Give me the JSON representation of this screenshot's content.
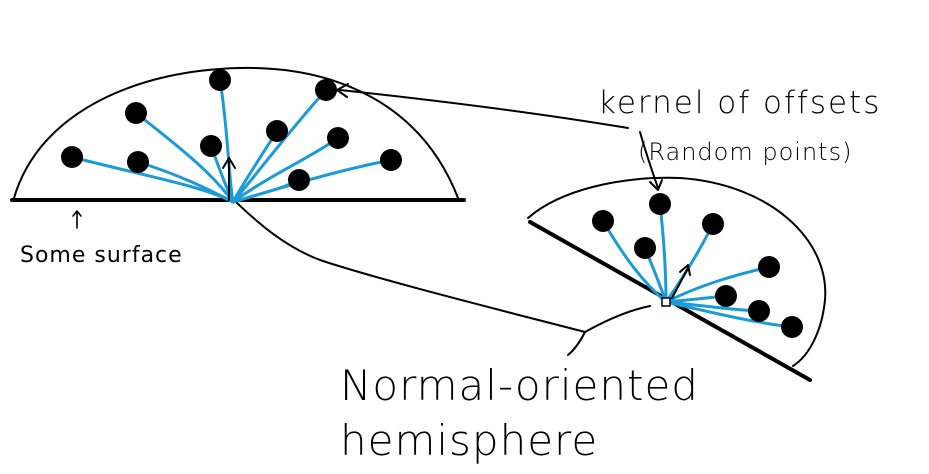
{
  "labels": {
    "kernel_line1": "kernel of offsets",
    "kernel_line2": "(Random points)",
    "surface": "Some surface",
    "hemisphere_line1": "Normal-oriented",
    "hemisphere_line2": "hemisphere"
  },
  "colors": {
    "ink": "#000000",
    "rays": "#1a9bd8",
    "background": "#ffffff"
  }
}
